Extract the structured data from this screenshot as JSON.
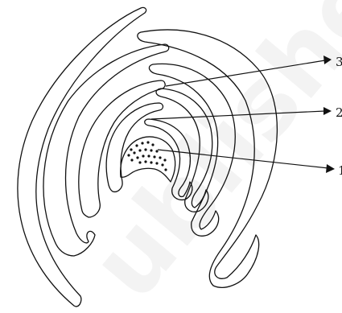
{
  "labels": {
    "label_1": "1",
    "label_2": "2",
    "label_3": "3"
  },
  "colors": {
    "ink": "#111111",
    "background": "#ffffff"
  }
}
